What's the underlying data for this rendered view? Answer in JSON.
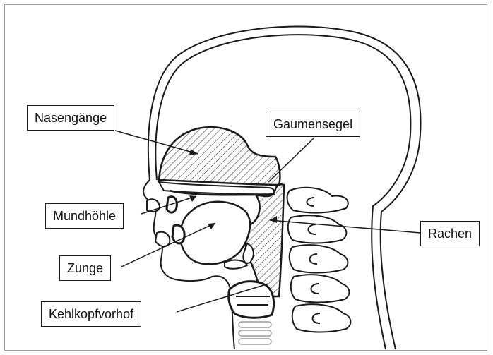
{
  "labels": {
    "nasengaenge": "Nasengänge",
    "gaumensegel": "Gaumensegel",
    "mundhoehle": "Mundhöhle",
    "rachen": "Rachen",
    "zunge": "Zunge",
    "kehlkopfvorhof": "Kehlkopfvorhof"
  },
  "colors": {
    "outline": "#1a1a1a",
    "hatch": "#3a3a3a",
    "background": "#ffffff"
  }
}
